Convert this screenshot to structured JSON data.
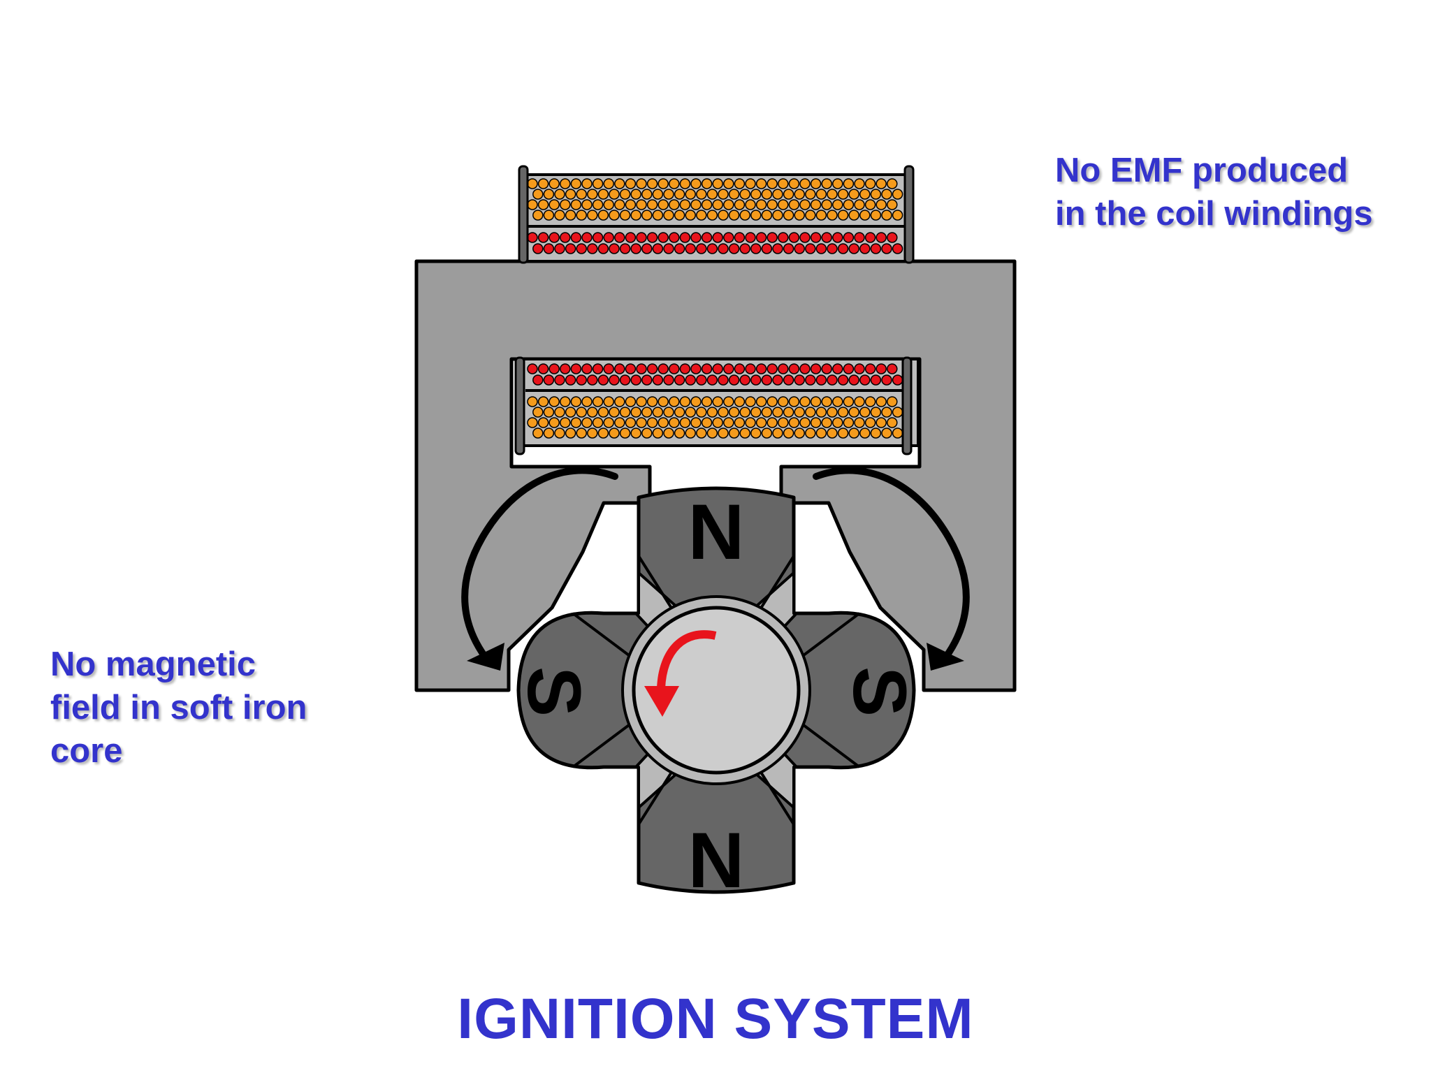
{
  "slide": {
    "title": "IGNITION SYSTEM",
    "note_top_right": [
      "No EMF produced",
      "in the coil windings"
    ],
    "note_left": [
      "No magnetic",
      "field in soft iron",
      "core"
    ]
  },
  "diagram": {
    "top_pole_label": "N",
    "bottom_pole_label": "N",
    "left_pole_label": "S",
    "right_pole_label": "S"
  },
  "colors": {
    "text_blue": "#3333cc",
    "iron_gray": "#9c9c9c",
    "magnet_dark": "#666666",
    "magnet_light": "#b9b9b9",
    "hub": "#cdcdcd",
    "primary_winding": "#f59b1c",
    "secondary_winding": "#e8141c",
    "rotation_arrow": "#e8141c"
  }
}
